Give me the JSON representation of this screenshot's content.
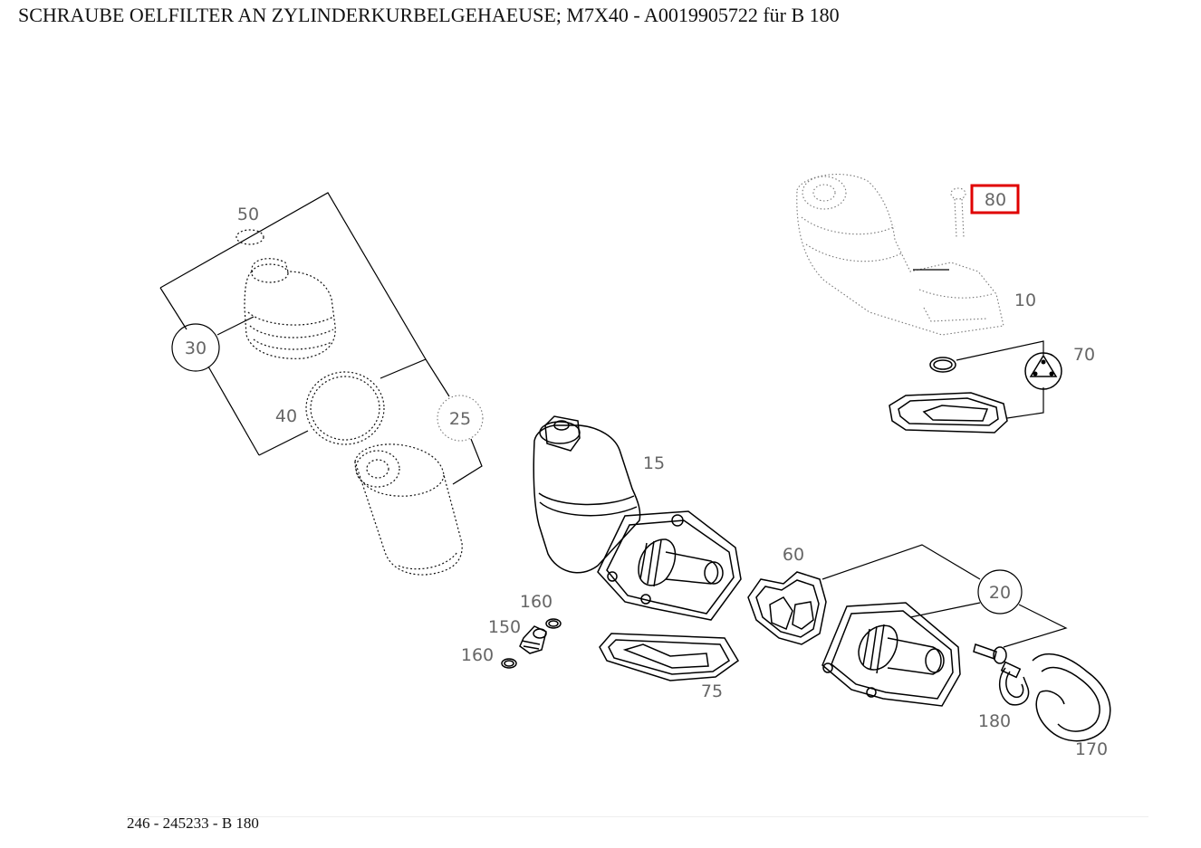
{
  "title": "SCHRAUBE OELFILTER AN ZYLINDERKURBELGEHAEUSE; M7X40 - A0019905722 für B 180",
  "footer": "246 - 245233 - B 180",
  "highlight_color": "#e00000",
  "labels": {
    "p10": "10",
    "p15": "15",
    "p20": "20",
    "p25": "25",
    "p30": "30",
    "p40": "40",
    "p50": "50",
    "p60": "60",
    "p70": "70",
    "p75": "75",
    "p80": "80",
    "p150": "150",
    "p160a": "160",
    "p160b": "160",
    "p170": "170",
    "p180": "180"
  }
}
